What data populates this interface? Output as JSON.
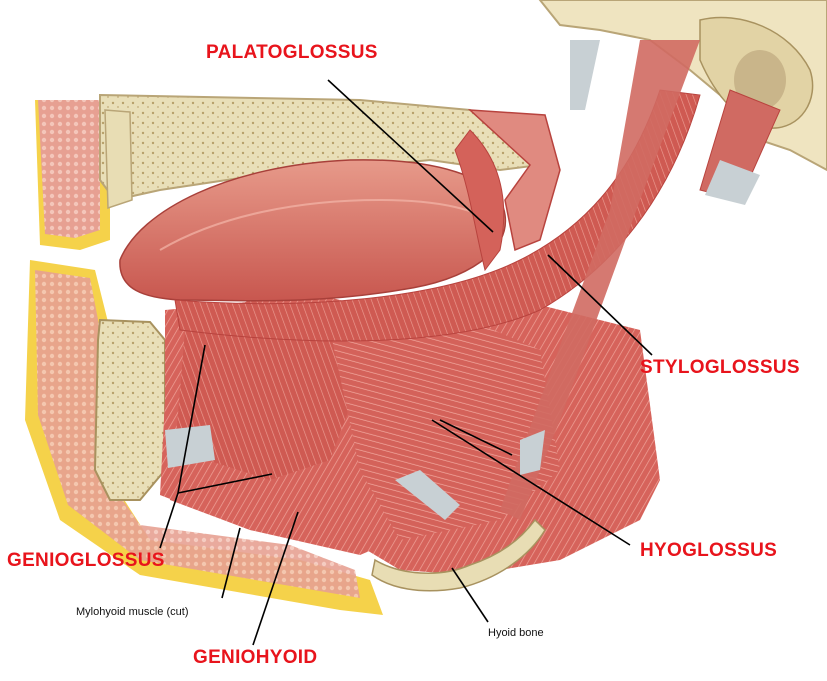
{
  "colors": {
    "label_red": "#e8141c",
    "leader_black": "#000000",
    "muscle": "#d9625a",
    "muscle_dark": "#b8433e",
    "bone": "#e8ddb4",
    "bone_shadow": "#c9b98a",
    "tendon": "#c8d0d4",
    "mucosa": "#e89a8c",
    "fat_yellow": "#f5d24a"
  },
  "labels": {
    "palatoglossus": "PALATOGLOSSUS",
    "styloglossus": "STYLOGLOSSUS",
    "hyoglossus": "HYOGLOSSUS",
    "genioglossus": "GENIOGLOSSUS",
    "geniohyoid": "GENIOHYOID",
    "mylohyoid": "Mylohyoid muscle (cut)",
    "hyoid_bone": "Hyoid bone"
  }
}
